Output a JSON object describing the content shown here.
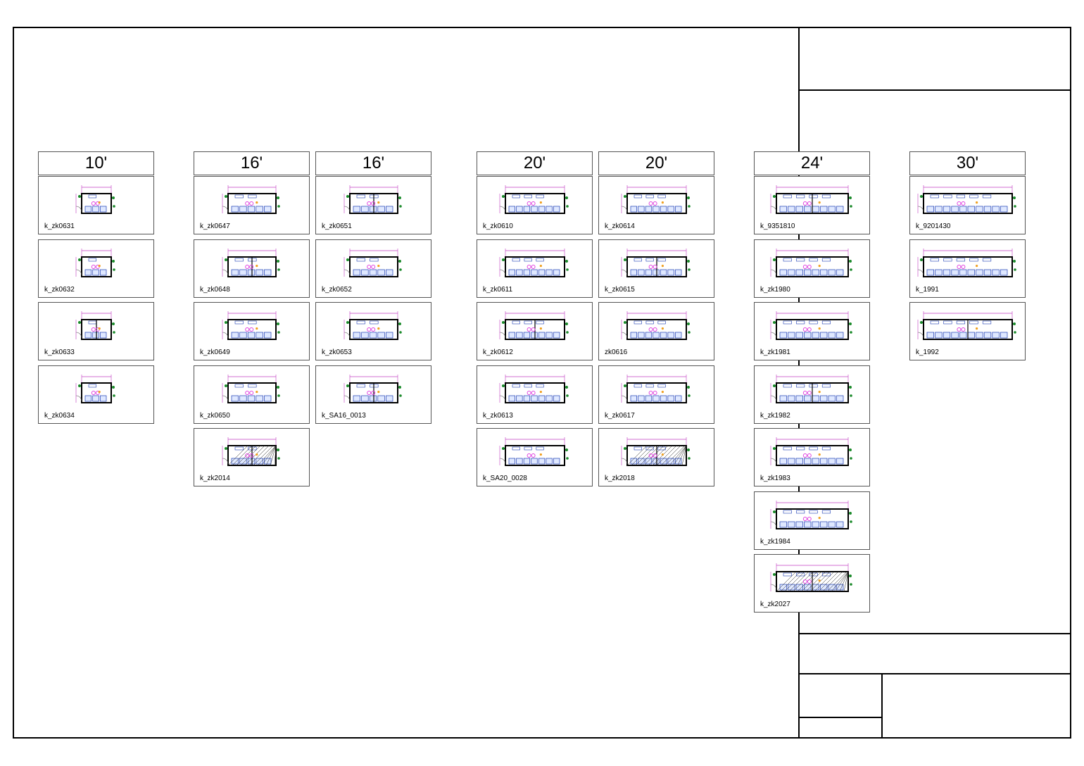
{
  "columns": [
    {
      "heading": "10'",
      "plans": [
        "k_zk0631",
        "k_zk0632",
        "k_zk0633",
        "k_zk0634"
      ]
    },
    {
      "heading": "16'",
      "plans": [
        "k_zk0647",
        "k_zk0648",
        "k_zk0649",
        "k_zk0650",
        "k_zk2014"
      ]
    },
    {
      "heading": "16'",
      "plans": [
        "k_zk0651",
        "k_zk0652",
        "k_zk0653",
        "k_SA16_0013"
      ]
    },
    {
      "heading": "20'",
      "plans": [
        "k_zk0610",
        "k_zk0611",
        "k_zk0612",
        "k_zk0613",
        "k_SA20_0028"
      ]
    },
    {
      "heading": "20'",
      "plans": [
        "k_zk0614",
        "k_zk0615",
        "zk0616",
        "k_zk0617",
        "k_zk2018"
      ]
    },
    {
      "heading": "24'",
      "plans": [
        "k_9351810",
        "k_zk1980",
        "k_zk1981",
        "k_zk1982",
        "k_zk1983",
        "k_zk1984",
        "k_zk2027"
      ]
    },
    {
      "heading": "30'",
      "plans": [
        "k_9201430",
        "k_1991",
        "k_1992"
      ]
    }
  ],
  "colors": {
    "frame": "#000000",
    "dimension": "#c03cc0",
    "fixture": "#1c3cb4",
    "fixture_fill": "#dfe8ff",
    "vegetation": "#1a8a2a",
    "accent_pink": "#e040e0",
    "accent_orange": "#f0a020"
  }
}
